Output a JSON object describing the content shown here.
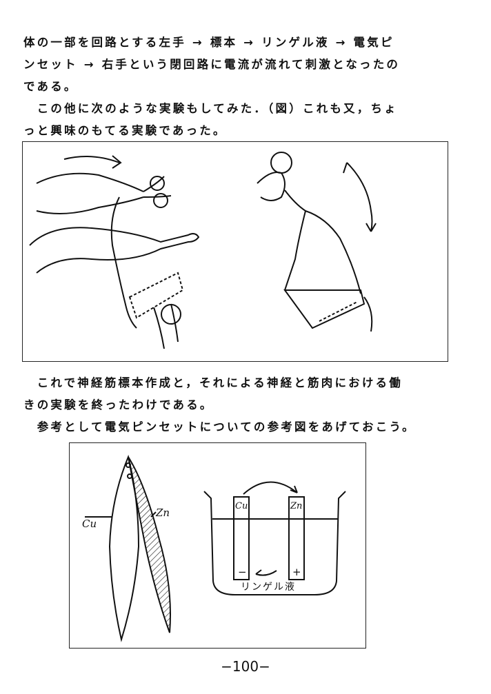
{
  "text_top": [
    "体の一部を回路とする左手 → 標本 → リンゲル液 → 電気ピ",
    "ンセット → 右手という閉回路に電流が流れて刺激となったの",
    "である。",
    "　この他に次のような実験もしてみた．（図）これも又，ちょ",
    "っと興味のもてる実験であった。"
  ],
  "text_middle": [
    "　これで神経筋標本作成と，それによる神経と筋肉における働",
    "きの実験を終ったわけである。",
    "　参考として電気ピンセットについての参考図をあげておこう。"
  ],
  "figure2": {
    "tweezer_left_label": "Cu",
    "tweezer_right_label": "Zn",
    "cell_left_label": "Cu",
    "cell_right_label": "Zn",
    "minus_sign": "−",
    "plus_sign": "+",
    "solution_label": "リンゲル液"
  },
  "page_number": "−100−"
}
